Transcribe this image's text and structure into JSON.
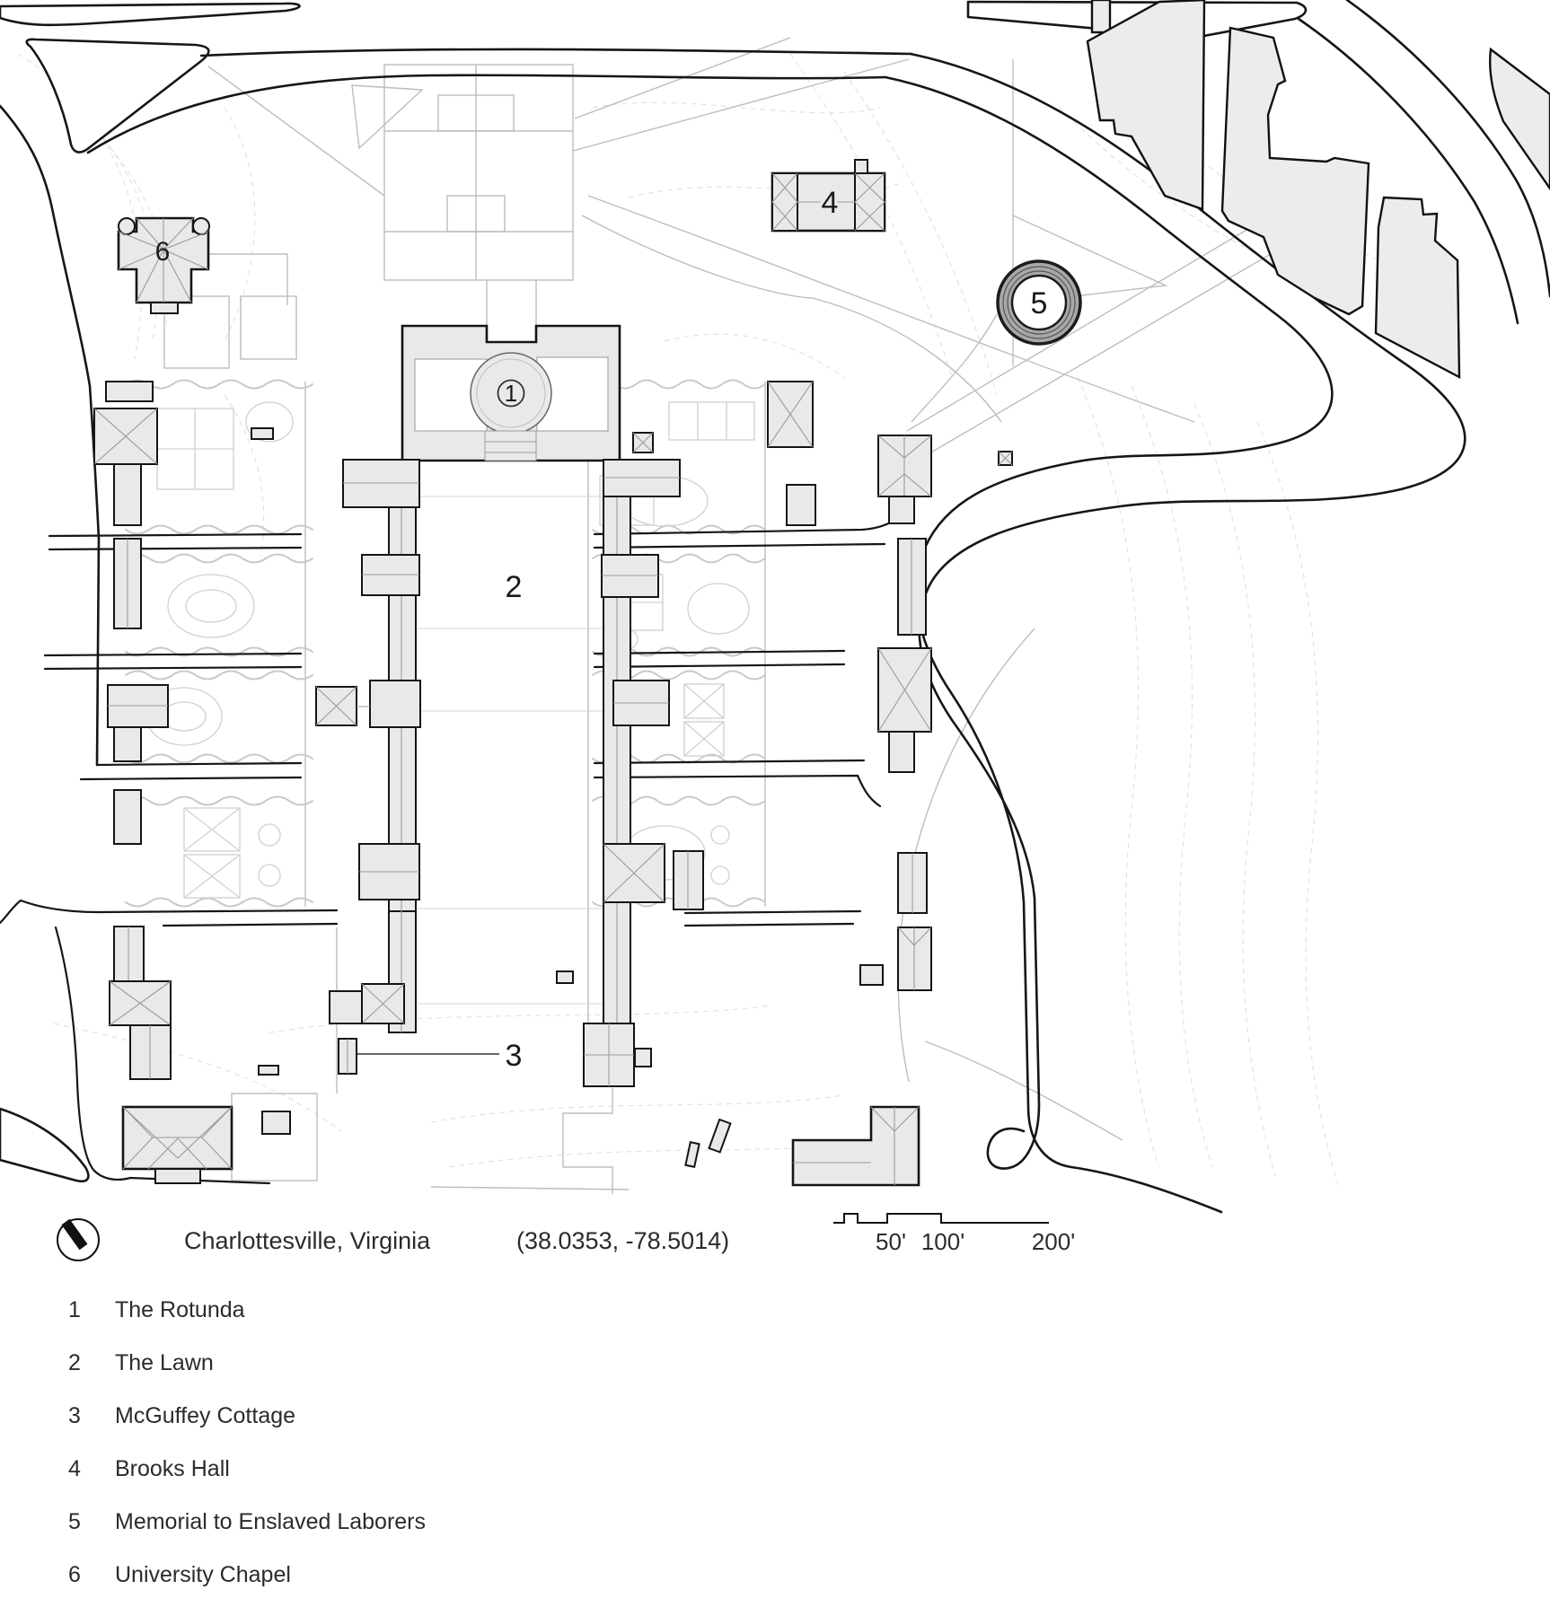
{
  "caption": {
    "place": "Charlottesville, Virginia",
    "coordinates": "(38.0353, -78.5014)",
    "north_arrow_icon": "north-arrow-icon"
  },
  "scale_bar": {
    "labels": [
      "50'",
      "100'",
      "200'"
    ],
    "unit": "feet"
  },
  "map": {
    "markers": [
      {
        "label": "1",
        "name": "The Rotunda",
        "style": "circled"
      },
      {
        "label": "2",
        "name": "The Lawn",
        "style": "plain"
      },
      {
        "label": "3",
        "name": "McGuffey Cottage",
        "style": "leader-line"
      },
      {
        "label": "4",
        "name": "Brooks Hall",
        "style": "on-building"
      },
      {
        "label": "5",
        "name": "Memorial to Enslaved Laborers",
        "style": "ring"
      },
      {
        "label": "6",
        "name": "University Chapel",
        "style": "on-building"
      }
    ]
  },
  "legend": {
    "items": [
      {
        "number": "1",
        "name": "The Rotunda"
      },
      {
        "number": "2",
        "name": "The Lawn"
      },
      {
        "number": "3",
        "name": "McGuffey Cottage"
      },
      {
        "number": "4",
        "name": "Brooks Hall"
      },
      {
        "number": "5",
        "name": "Memorial to Enslaved Laborers"
      },
      {
        "number": "6",
        "name": "University Chapel"
      }
    ]
  },
  "colors": {
    "background": "#ffffff",
    "building_fill": "#e9e9e9",
    "outline": "#1a1a1a",
    "path_gray": "#bdbdbd",
    "contour_gray": "#dedede",
    "garden_wall": "#c9c9c9",
    "memorial_ring": "#a8a8a8"
  }
}
